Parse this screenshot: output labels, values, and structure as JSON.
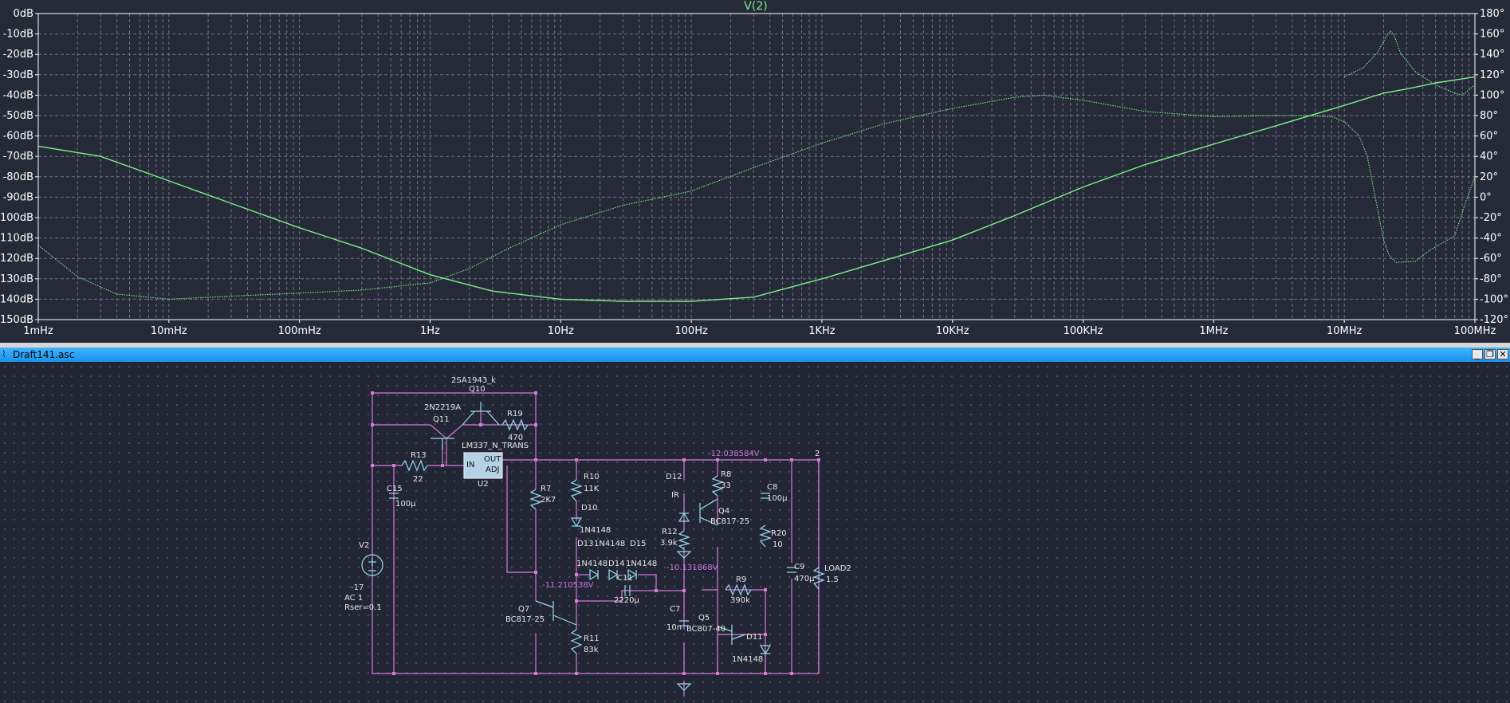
{
  "plot": {
    "trace_title": "V(2)",
    "colors": {
      "bg": "#262a38",
      "grid": "#6b7185",
      "trace": "#7df08a",
      "text": "#ffffff"
    }
  },
  "chart_data": {
    "type": "line",
    "title": "V(2)",
    "x_scale": "log",
    "x_ticks": [
      "1mHz",
      "10mHz",
      "100mHz",
      "1Hz",
      "10Hz",
      "100Hz",
      "1KHz",
      "10KHz",
      "100KHz",
      "1MHz",
      "10MHz",
      "100MHz"
    ],
    "y_left_ticks": [
      "0dB",
      "-10dB",
      "-20dB",
      "-30dB",
      "-40dB",
      "-50dB",
      "-60dB",
      "-70dB",
      "-80dB",
      "-90dB",
      "-100dB",
      "-110dB",
      "-120dB",
      "-130dB",
      "-140dB",
      "-150dB"
    ],
    "y_right_ticks": [
      "180°",
      "160°",
      "140°",
      "120°",
      "100°",
      "80°",
      "60°",
      "40°",
      "20°",
      "0°",
      "-20°",
      "-40°",
      "-60°",
      "-80°",
      "-100°",
      "-120°"
    ],
    "xlim_hz": [
      0.001,
      100000000
    ],
    "ylim_db": [
      -150,
      0
    ],
    "ylim_deg": [
      -120,
      180
    ],
    "series": [
      {
        "axis": "left",
        "style": "solid",
        "x": [
          0.001,
          0.003,
          0.01,
          0.03,
          0.1,
          0.3,
          1,
          3,
          10,
          30,
          100,
          300,
          1000,
          3000,
          10000,
          30000,
          100000,
          300000,
          1000000,
          3000000,
          10000000,
          20000000,
          30000000,
          50000000,
          80000000,
          100000000
        ],
        "y": [
          -65,
          -70,
          -82,
          -93,
          -105,
          -115,
          -128,
          -136,
          -140,
          -141,
          -141,
          -139,
          -130,
          -121,
          -111,
          -99,
          -85,
          -74,
          -64,
          -55,
          -45,
          -39,
          -37,
          -34,
          -32,
          -31
        ]
      },
      {
        "axis": "right",
        "style": "dotted",
        "x": [
          0.001,
          0.002,
          0.004,
          0.01,
          0.03,
          0.1,
          0.3,
          1,
          2,
          4,
          10,
          30,
          100,
          300,
          1000,
          3000,
          10000,
          30000,
          50000,
          100000,
          300000,
          1000000,
          3000000,
          5000000,
          8000000,
          10000000,
          13000000,
          15000000,
          20000000,
          22000000,
          25000000,
          35000000,
          45000000,
          70000000,
          85000000,
          100000000
        ],
        "y": [
          -47,
          -78,
          -95,
          -100,
          -97,
          -94,
          -91,
          -84,
          -70,
          -50,
          -27,
          -8,
          6,
          29,
          53,
          72,
          87,
          98,
          100,
          95,
          84,
          79,
          80,
          80,
          79,
          74,
          60,
          40,
          -42,
          -57,
          -64,
          -63,
          -52,
          -38,
          -5,
          20
        ]
      },
      {
        "axis": "right",
        "style": "dotted",
        "x": [
          10000000,
          14000000,
          18000000,
          21000000,
          22500000,
          24000000,
          27000000,
          35000000,
          50000000,
          70000000,
          80000000,
          100000000
        ],
        "y": [
          118,
          127,
          142,
          158,
          163,
          159,
          141,
          123,
          110,
          102,
          100,
          110
        ]
      }
    ]
  },
  "window": {
    "title": "Draft141.asc",
    "minimize": "_",
    "restore": "❐",
    "close": "✕"
  },
  "schematic": {
    "components": {
      "q10_model": "2SA1943_k",
      "q10": "Q10",
      "q11_model": "2N2219A",
      "q11": "Q11",
      "r19": "R19",
      "r19_v": "470",
      "u2_model": "LM337_N_TRANS",
      "u2": "U2",
      "u2_in": "IN",
      "u2_out": "OUT",
      "u2_adj": "ADJ",
      "r13": "R13",
      "r13_v": "22",
      "c15": "C15",
      "c15_v": "100µ",
      "v2": "V2",
      "v2_dc": "-17",
      "v2_ac": "AC 1",
      "v2_rser": "Rser=0.1",
      "r7": "R7",
      "r7_v": "2K7",
      "r10": "R10",
      "r10_v": "11K",
      "d10": "D10",
      "d10_v": "1N4148",
      "d13": "D13",
      "d13_v": "1N4148",
      "d14": "D14",
      "d14_v": "1N4148",
      "d15": "D15",
      "d15_v": "1N4148",
      "c11": "C11",
      "c11_v": "2220µ",
      "q7": "Q7",
      "q7_model": "BC817-25",
      "r11": "R11",
      "r11_v": "83k",
      "d12": "D12",
      "d12_v": "IR",
      "r8": "R8",
      "r8_v": "33",
      "q4": "Q4",
      "q4_model": "BC817-25",
      "r12": "R12",
      "r12_v": "3.9k",
      "c7": "C7",
      "c7_v": "10n",
      "q5": "Q5",
      "q5_model": "BC807-40",
      "r9": "R9",
      "r9_v": "390k",
      "d11": "D11",
      "d11_v": "1N4148",
      "c8": "C8",
      "c8_v": "100µ",
      "r20": "R20",
      "r20_v": "10",
      "c9": "C9",
      "c9_v": "470µ",
      "load2": "LOAD2",
      "load2_v": "1.5",
      "node2": "2"
    },
    "voltages": {
      "out_node": "-12.038584V",
      "mid_node": "-10.131868V",
      "q7_node": "-11.210538V"
    },
    "colors": {
      "wire": "#d77ad7",
      "component": "#98dcf0",
      "junction": "#d77ad7",
      "voltage": "#c874dc"
    }
  }
}
